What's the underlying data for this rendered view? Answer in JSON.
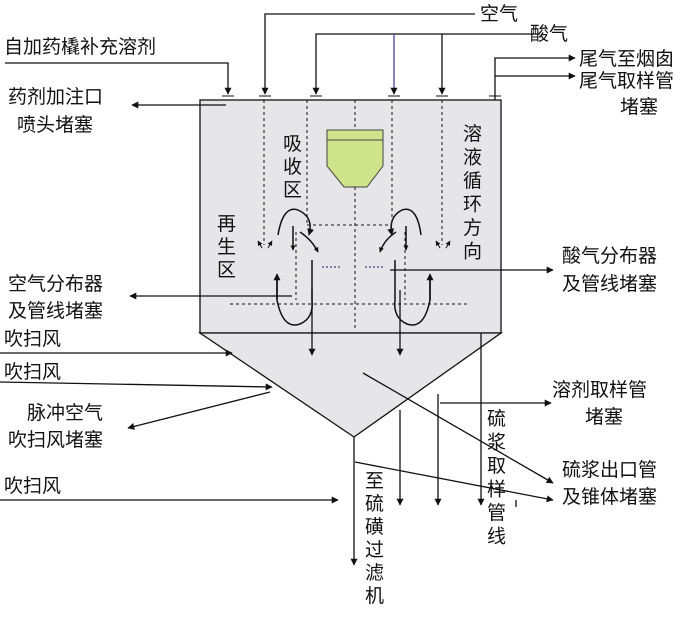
{
  "labels": {
    "self_dosing": "自加药橇补充溶剂",
    "air": "空气",
    "acid_gas": "酸气",
    "tail_gas_chimney": "尾气至烟囱",
    "tail_gas_sampling_1": "尾气取样管",
    "tail_gas_sampling_2": "堵塞",
    "dosing_nozzle_1": "药剂加注口",
    "dosing_nozzle_2": "喷头堵塞",
    "absorption_zone": "吸收区",
    "solution_circulation": "溶液循环方向",
    "regeneration_zone": "再生区",
    "air_distributor_1": "空气分布器",
    "air_distributor_2": "及管线堵塞",
    "acid_distributor_1": "酸气分布器",
    "acid_distributor_2": "及管线堵塞",
    "blow_air_1": "吹扫风",
    "blow_air_2": "吹扫风",
    "blow_air_3": "吹扫风",
    "pulse_air_1": "脉冲空气",
    "pulse_air_2": "吹扫风堵塞",
    "solvent_sampling_1": "溶剂取样管",
    "solvent_sampling_2": "堵塞",
    "slurry_sampling": "硫浆取样管线",
    "to_filter": "至硫磺过滤机",
    "slurry_outlet_1": "硫浆出口管",
    "slurry_outlet_2": "及锥体堵塞"
  },
  "colors": {
    "vessel_fill": "#e6e6e8",
    "hopper_fill": "#cfe38a",
    "line": "#111111",
    "acid_line": "#4a3f99"
  }
}
